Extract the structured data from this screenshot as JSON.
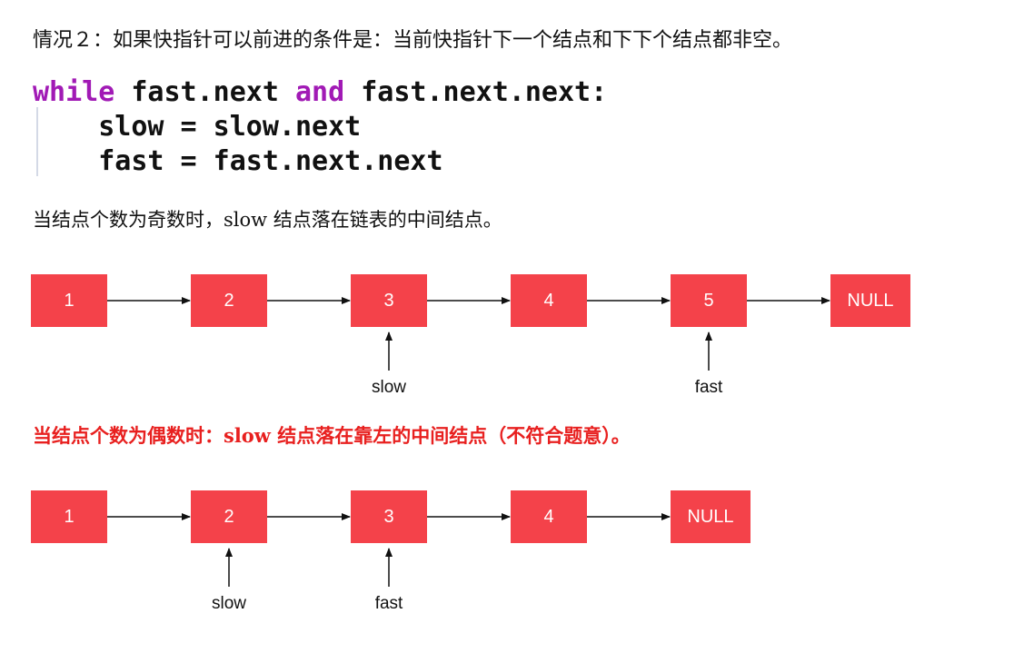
{
  "intro": "情况２：如果快指针可以前进的条件是：当前快指针下一个结点和下下个结点都非空。",
  "code": {
    "line0": [
      {
        "text": "while",
        "kw": true
      },
      {
        "text": " fast.next ",
        "kw": false
      },
      {
        "text": "and",
        "kw": true
      },
      {
        "text": " fast.next.next:",
        "kw": false
      }
    ],
    "line1": "    slow = slow.next",
    "line2": "    fast = fast.next.next"
  },
  "odd_note": "当结点个数为奇数时，slow 结点落在链表的中间结点。",
  "even_note": "当结点个数为偶数时：slow 结点落在靠左的中间结点（不符合题意）。",
  "colors": {
    "node": "#f4424a",
    "node_text": "#ffffff",
    "keyword": "#a11ab5",
    "warning": "#e8201f"
  },
  "diagram_odd": {
    "nodes": [
      "1",
      "2",
      "3",
      "4",
      "5",
      "NULL"
    ],
    "pointers": [
      {
        "label": "slow",
        "node": 2
      },
      {
        "label": "fast",
        "node": 4
      }
    ]
  },
  "diagram_even": {
    "nodes": [
      "1",
      "2",
      "3",
      "4",
      "NULL"
    ],
    "pointers": [
      {
        "label": "slow",
        "node": 1
      },
      {
        "label": "fast",
        "node": 2
      }
    ]
  }
}
